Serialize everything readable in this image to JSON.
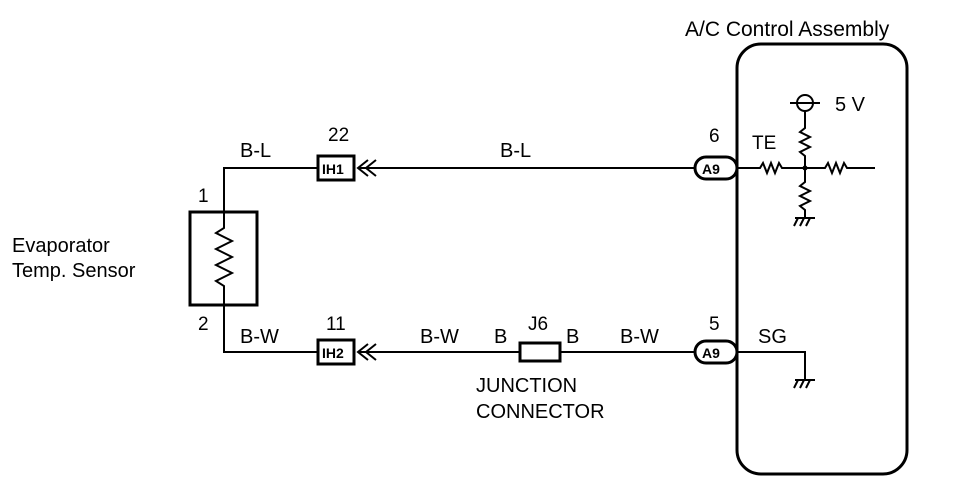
{
  "assembly": {
    "title": "A/C Control Assembly"
  },
  "sensor": {
    "line1": "Evaporator",
    "line2": "Temp. Sensor",
    "pin_top": "1",
    "pin_bottom": "2"
  },
  "wire_top": {
    "color_left": "B-L",
    "color_mid": "B-L",
    "connector": "IH1",
    "connector_pin": "22",
    "ecu_connector": "A9",
    "ecu_pin": "6",
    "signal": "TE"
  },
  "wire_bottom": {
    "color_left": "B-W",
    "color_mid": "B-W",
    "color_right": "B-W",
    "connector": "IH2",
    "connector_pin": "11",
    "ecu_connector": "A9",
    "ecu_pin": "5",
    "signal": "SG"
  },
  "junction": {
    "id": "J6",
    "left_pin": "B",
    "right_pin": "B",
    "line1": "JUNCTION",
    "line2": "CONNECTOR"
  },
  "supply": {
    "voltage": "5 V"
  }
}
